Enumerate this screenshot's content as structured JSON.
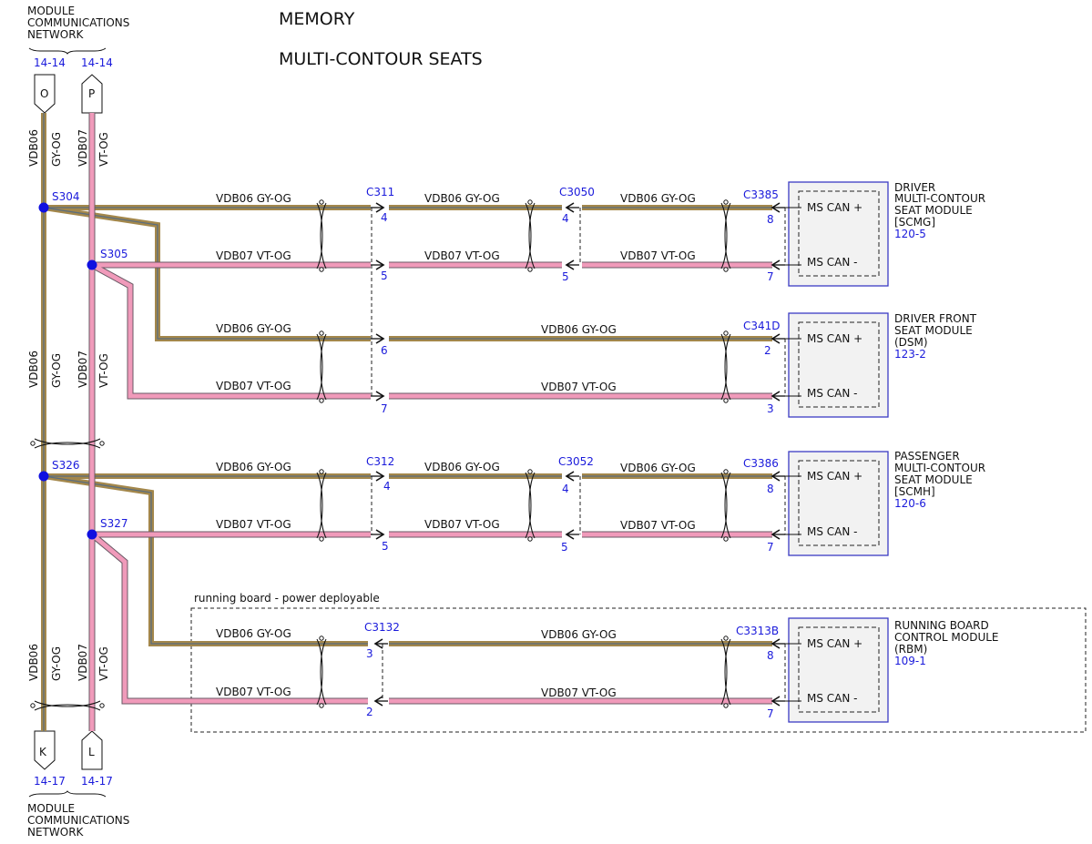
{
  "title_1": "MEMORY",
  "title_2": "MULTI-CONTOUR SEATS",
  "network_top": {
    "line1": "MODULE",
    "line2": "COMMUNICATIONS",
    "line3": "NETWORK",
    "ref_left": "14-14",
    "ref_right": "14-14",
    "conn_left": "O",
    "conn_right": "P"
  },
  "network_bottom": {
    "line1": "MODULE",
    "line2": "COMMUNICATIONS",
    "line3": "NETWORK",
    "ref_left": "14-17",
    "ref_right": "14-17",
    "conn_left": "K",
    "conn_right": "L"
  },
  "bus": {
    "gy_circuit": "VDB06",
    "gy_color": "GY-OG",
    "vt_circuit": "VDB07",
    "vt_color": "VT-OG"
  },
  "splices": {
    "s304": "S304",
    "s305": "S305",
    "s326": "S326",
    "s327": "S327"
  },
  "wire_labels": {
    "gy": "VDB06  GY-OG",
    "vt": "VDB07  VT-OG"
  },
  "connectors": {
    "c311": "C311",
    "c311_pin_gy": "4",
    "c311_pin_vt": "5",
    "c3050": "C3050",
    "c3050_pin_gy": "4",
    "c3050_pin_vt": "5",
    "c3385": "C3385",
    "c3385_pin_gy": "8",
    "c3385_pin_vt": "7",
    "dsm_c1_pin_gy": "6",
    "dsm_c1_pin_vt": "7",
    "c341d": "C341D",
    "c341d_pin_gy": "2",
    "c341d_pin_vt": "3",
    "c312": "C312",
    "c312_pin_gy": "4",
    "c312_pin_vt": "5",
    "c3052": "C3052",
    "c3052_pin_gy": "4",
    "c3052_pin_vt": "5",
    "c3386": "C3386",
    "c3386_pin_gy": "8",
    "c3386_pin_vt": "7",
    "c3132": "C3132",
    "c3132_pin_gy": "3",
    "c3132_pin_vt": "2",
    "c3313b": "C3313B",
    "c3313b_pin_gy": "8",
    "c3313b_pin_vt": "7"
  },
  "modules": {
    "scmg": {
      "line1": "DRIVER",
      "line2": "MULTI-CONTOUR",
      "line3": "SEAT MODULE",
      "line4": "[SCMG]",
      "ref": "120-5"
    },
    "dsm": {
      "line1": "DRIVER FRONT",
      "line2": "SEAT MODULE",
      "line3": "(DSM)",
      "ref": "123-2"
    },
    "scmh": {
      "line1": "PASSENGER",
      "line2": "MULTI-CONTOUR",
      "line3": "SEAT MODULE",
      "line4": "[SCMH]",
      "ref": "120-6"
    },
    "rbm": {
      "line1": "RUNNING BOARD",
      "line2": "CONTROL MODULE",
      "line3": "(RBM)",
      "ref": "109-1"
    }
  },
  "pins": {
    "can_plus": "MS CAN +",
    "can_minus": "MS CAN -"
  },
  "running_board_note": "running board - power deployable",
  "colors": {
    "gy_og_core": "#a3874b",
    "gy_og_stripe": "#5a6d7e",
    "vt_og": "#f09aba",
    "splice": "#1010e0",
    "module_border": "#3b3bc4",
    "ref_text": "#1a1adb"
  }
}
